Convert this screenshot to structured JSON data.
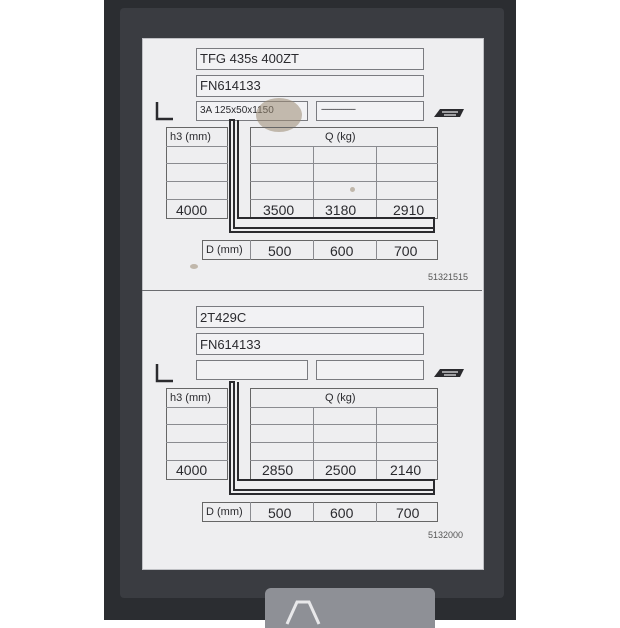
{
  "plate1": {
    "model": "TFG 435s 400ZT",
    "serial": "FN614133",
    "fork_spec": "3A 125x50x1150",
    "field_dashes": "-----------------",
    "h3_label": "h3 (mm)",
    "q_label": "Q (kg)",
    "h3_value": "4000",
    "q_values": [
      "3500",
      "3180",
      "2910"
    ],
    "d_label": "D (mm)",
    "d_values": [
      "500",
      "600",
      "700"
    ],
    "plate_id": "51321515"
  },
  "plate2": {
    "model": "2T429C",
    "serial": "FN614133",
    "h3_label": "h3 (mm)",
    "q_label": "Q (kg)",
    "h3_value": "4000",
    "q_values": [
      "2850",
      "2500",
      "2140"
    ],
    "d_label": "D (mm)",
    "d_values": [
      "500",
      "600",
      "700"
    ],
    "plate_id": "5132000"
  },
  "colors": {
    "plate": "#eeeef0",
    "frame": "#2b2d31",
    "ink": "#2a2a2e"
  },
  "icons": [
    "corner-bracket-icon",
    "fork-arm-icon",
    "load-direction-icon"
  ]
}
